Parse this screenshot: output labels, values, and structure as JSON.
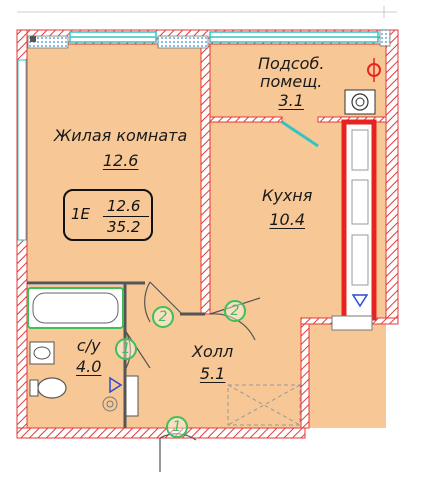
{
  "rooms": {
    "living": {
      "name": "Жилая комната",
      "area": "12.6"
    },
    "storage": {
      "name_line1": "Подсоб.",
      "name_line2": "помещ.",
      "area": "3.1"
    },
    "kitchen": {
      "name": "Кухня",
      "area": "10.4"
    },
    "bathroom": {
      "name": "с/у",
      "area": "4.0"
    },
    "hall": {
      "name": "Холл",
      "area": "5.1"
    }
  },
  "apartment": {
    "type": "1Е",
    "living_area": "12.6",
    "total_area": "35.2"
  },
  "door_marks": [
    "2",
    "2",
    "1",
    "1"
  ],
  "colors": {
    "room_fill": "#f7c896",
    "wall_hatch": "#e23a3a",
    "window": "#36c3c3",
    "door": "#3fbf5a",
    "kitchen_unit": "#e8231f"
  }
}
